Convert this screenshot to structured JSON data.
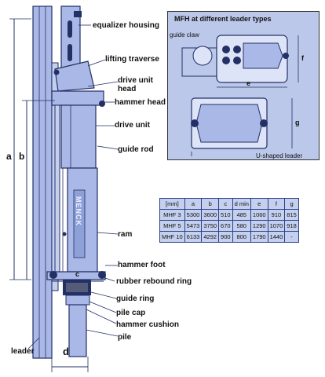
{
  "labels": {
    "equalizer_housing": "equalizer housing",
    "lifting_traverse": "lifting traverse",
    "drive_unit_head_1": "drive unit",
    "drive_unit_head_2": "head",
    "hammer_head": "hammer head",
    "drive_unit": "drive unit",
    "guide_rod": "guide rod",
    "ram": "ram",
    "hammer_foot": "hammer foot",
    "rubber_rebound_ring": "rubber rebound ring",
    "guide_ring": "guide ring",
    "pile_cap": "pile cap",
    "hammer_cushion": "hammer cushion",
    "pile": "pile",
    "leader": "leader",
    "ram_brand": "MENCK"
  },
  "dimensions": {
    "a": "a",
    "b": "b",
    "c": "c",
    "d": "d"
  },
  "inset": {
    "title": "MFH at different leader types",
    "guide_claw": "guide claw",
    "u_shaped_leader": "U-shaped leader",
    "dim_e": "e",
    "dim_f": "f",
    "dim_g": "g"
  },
  "spec_table": {
    "headers": [
      "[mm]",
      "a",
      "b",
      "c",
      "d min",
      "e",
      "f",
      "g"
    ],
    "rows": [
      [
        "MHF 3",
        "5300",
        "3600",
        "510",
        "485",
        "1060",
        "910",
        "815"
      ],
      [
        "MHF 5",
        "5473",
        "3750",
        "670",
        "580",
        "1290",
        "1070",
        "918"
      ],
      [
        "MHF 10",
        "6133",
        "4292",
        "900",
        "800",
        "1790",
        "1440",
        "-"
      ]
    ]
  },
  "colors": {
    "machine": "#a9b8e6",
    "outline": "#223066",
    "inset_bg": "#bcc8ea",
    "table_bg": "#c5cfee"
  }
}
